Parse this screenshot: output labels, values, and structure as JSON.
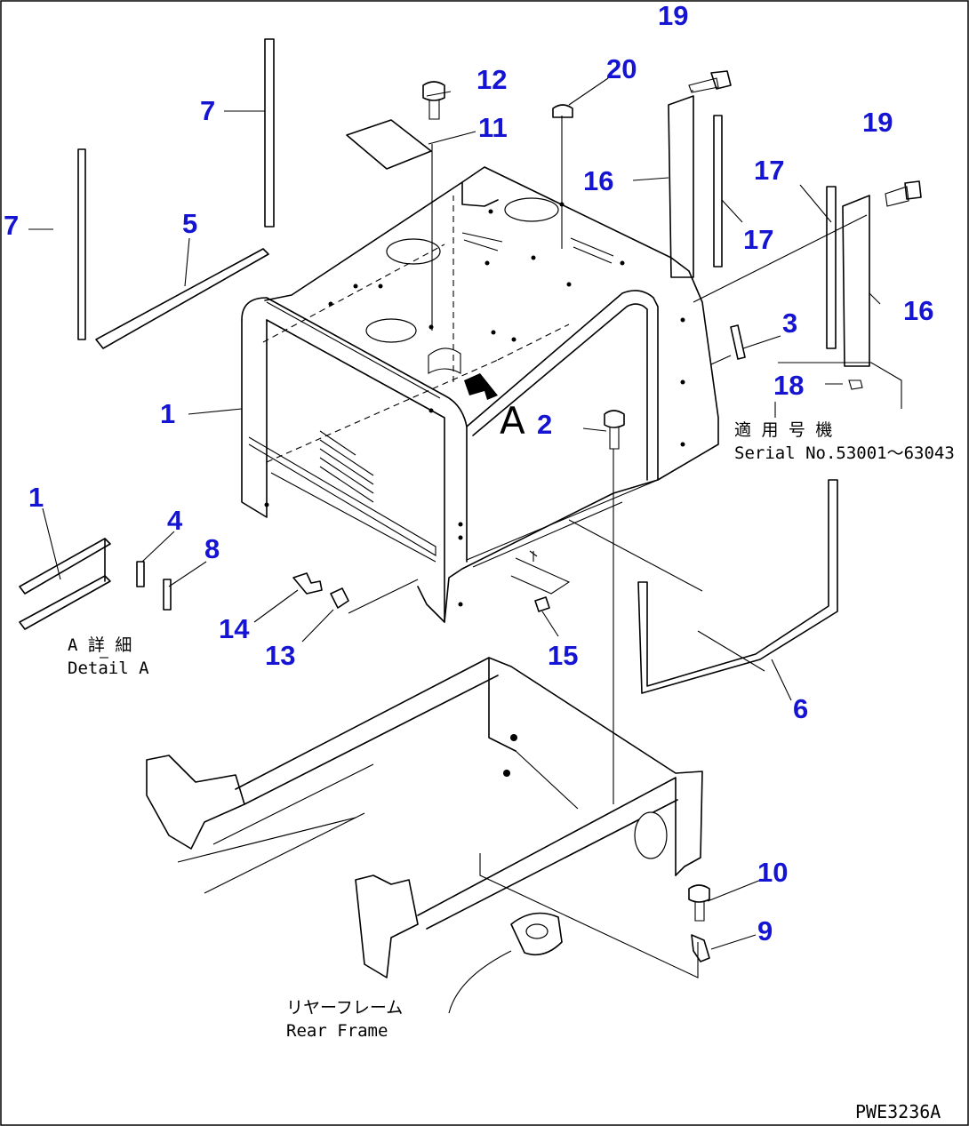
{
  "drawing": {
    "code": "PWE3236A",
    "view_letter": "A"
  },
  "callouts": [
    {
      "id": "c1",
      "label": "1"
    },
    {
      "id": "c1b",
      "label": "1"
    },
    {
      "id": "c2",
      "label": "2"
    },
    {
      "id": "c3",
      "label": "3"
    },
    {
      "id": "c4",
      "label": "4"
    },
    {
      "id": "c5",
      "label": "5"
    },
    {
      "id": "c6",
      "label": "6"
    },
    {
      "id": "c7a",
      "label": "7"
    },
    {
      "id": "c7b",
      "label": "7"
    },
    {
      "id": "c8",
      "label": "8"
    },
    {
      "id": "c9",
      "label": "9"
    },
    {
      "id": "c10",
      "label": "10"
    },
    {
      "id": "c11",
      "label": "11"
    },
    {
      "id": "c12",
      "label": "12"
    },
    {
      "id": "c13",
      "label": "13"
    },
    {
      "id": "c14",
      "label": "14"
    },
    {
      "id": "c15",
      "label": "15"
    },
    {
      "id": "c16a",
      "label": "16"
    },
    {
      "id": "c16b",
      "label": "16"
    },
    {
      "id": "c17a",
      "label": "17"
    },
    {
      "id": "c17b",
      "label": "17"
    },
    {
      "id": "c18",
      "label": "18"
    },
    {
      "id": "c19a",
      "label": "19"
    },
    {
      "id": "c19b",
      "label": "19"
    },
    {
      "id": "c20",
      "label": "20"
    }
  ],
  "notes": {
    "serial_jp": "適 用 号 機",
    "serial_en": "Serial No.53001～63043",
    "detail_jp": "A 詳 細",
    "detail_en": "Detail A",
    "rear_frame_jp": "リヤーフレーム",
    "rear_frame_en": "Rear Frame"
  }
}
